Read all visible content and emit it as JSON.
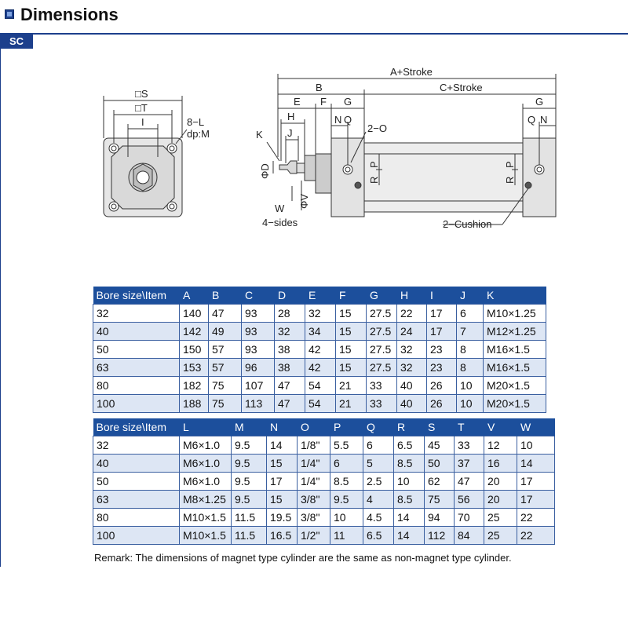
{
  "header": {
    "title": "Dimensions",
    "model_tab": "SC"
  },
  "drawing_labels": {
    "s": "□S",
    "t": "□T",
    "i": "I",
    "l": "8−L",
    "m": "dp:M",
    "a": "A+Stroke",
    "b": "B",
    "c": "C+Stroke",
    "e": "E",
    "f": "F",
    "g_left": "G",
    "g_right": "G",
    "h": "H",
    "j": "J",
    "k": "K",
    "n_left": "N",
    "q_left": "Q",
    "o": "2−O",
    "q_right": "Q",
    "n_right": "N",
    "d": "ΦD",
    "v": "ΦV",
    "w": "W",
    "sides": "4−sides",
    "p_left": "P",
    "r_left": "R",
    "p_right": "P",
    "r_right": "R",
    "cushion": "2−Cushion"
  },
  "table1": {
    "headers": [
      "Bore size\\Item",
      "A",
      "B",
      "C",
      "D",
      "E",
      "F",
      "G",
      "H",
      "I",
      "J",
      "K"
    ],
    "rows": [
      [
        "32",
        "140",
        "47",
        "93",
        "28",
        "32",
        "15",
        "27.5",
        "22",
        "17",
        "6",
        "M10×1.25"
      ],
      [
        "40",
        "142",
        "49",
        "93",
        "32",
        "34",
        "15",
        "27.5",
        "24",
        "17",
        "7",
        "M12×1.25"
      ],
      [
        "50",
        "150",
        "57",
        "93",
        "38",
        "42",
        "15",
        "27.5",
        "32",
        "23",
        "8",
        "M16×1.5"
      ],
      [
        "63",
        "153",
        "57",
        "96",
        "38",
        "42",
        "15",
        "27.5",
        "32",
        "23",
        "8",
        "M16×1.5"
      ],
      [
        "80",
        "182",
        "75",
        "107",
        "47",
        "54",
        "21",
        "33",
        "40",
        "26",
        "10",
        "M20×1.5"
      ],
      [
        "100",
        "188",
        "75",
        "113",
        "47",
        "54",
        "21",
        "33",
        "40",
        "26",
        "10",
        "M20×1.5"
      ]
    ]
  },
  "table2": {
    "headers": [
      "Bore size\\Item",
      "L",
      "M",
      "N",
      "O",
      "P",
      "Q",
      "R",
      "S",
      "T",
      "V",
      "W"
    ],
    "rows": [
      [
        "32",
        "M6×1.0",
        "9.5",
        "14",
        "1/8\"",
        "5.5",
        "6",
        "6.5",
        "45",
        "33",
        "12",
        "10"
      ],
      [
        "40",
        "M6×1.0",
        "9.5",
        "15",
        "1/4\"",
        "6",
        "5",
        "8.5",
        "50",
        "37",
        "16",
        "14"
      ],
      [
        "50",
        "M6×1.0",
        "9.5",
        "17",
        "1/4\"",
        "8.5",
        "2.5",
        "10",
        "62",
        "47",
        "20",
        "17"
      ],
      [
        "63",
        "M8×1.25",
        "9.5",
        "15",
        "3/8\"",
        "9.5",
        "4",
        "8.5",
        "75",
        "56",
        "20",
        "17"
      ],
      [
        "80",
        "M10×1.5",
        "11.5",
        "19.5",
        "3/8\"",
        "10",
        "4.5",
        "14",
        "94",
        "70",
        "25",
        "22"
      ],
      [
        "100",
        "M10×1.5",
        "11.5",
        "16.5",
        "1/2\"",
        "11",
        "6.5",
        "14",
        "112",
        "84",
        "25",
        "22"
      ]
    ]
  },
  "remark": "Remark: The dimensions of magnet type cylinder are the same as non-magnet type cylinder."
}
